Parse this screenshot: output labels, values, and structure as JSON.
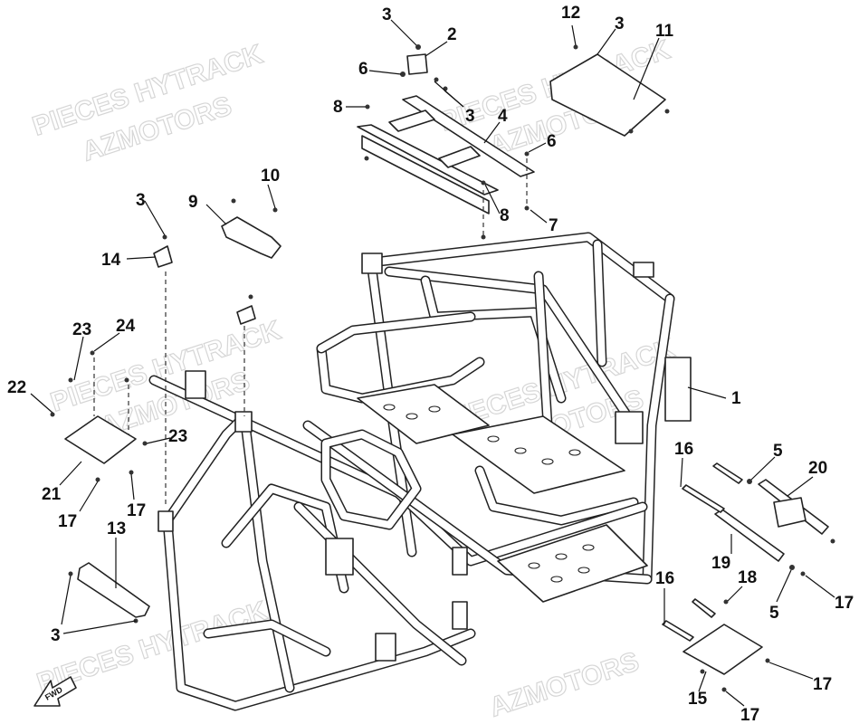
{
  "watermarks": [
    {
      "text": "PIECES HYTRACK"
    },
    {
      "text": "AZMOTORS"
    },
    {
      "text": "PIECES HYTRACK"
    },
    {
      "text": "AZMOTORS"
    },
    {
      "text": "PIECES HYTRACK"
    },
    {
      "text": "AZMOTORS"
    },
    {
      "text": "PIECES HYTRACK"
    },
    {
      "text": "AZMOTORS"
    },
    {
      "text": "PIECES HYTRACK"
    },
    {
      "text": "AZMOTORS"
    }
  ],
  "fwd_label": "FWD",
  "callouts": [
    "1",
    "2",
    "3",
    "3",
    "3",
    "3",
    "3",
    "3",
    "4",
    "5",
    "5",
    "6",
    "6",
    "7",
    "8",
    "8",
    "9",
    "10",
    "11",
    "12",
    "13",
    "14",
    "15",
    "16",
    "16",
    "17",
    "17",
    "17",
    "17",
    "17",
    "18",
    "19",
    "20",
    "21",
    "22",
    "23",
    "23",
    "24"
  ]
}
